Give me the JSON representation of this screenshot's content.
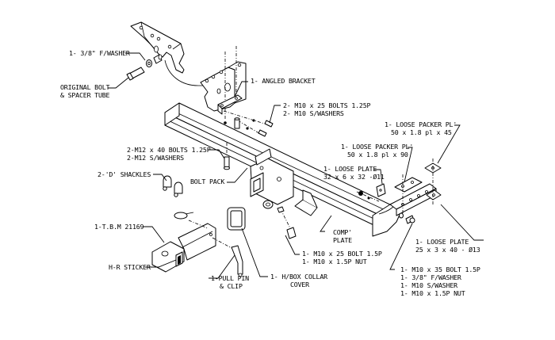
{
  "diagram": {
    "title": "Tow bar exploded assembly",
    "labels": {
      "flat_washer_top": "1- 3/8\" F/WASHER",
      "original_bolt_1": "ORIGINAL BOLT",
      "original_bolt_2": "& SPACER TUBE",
      "angled_bracket": "1- ANGLED BRACKET",
      "m10_bolts_1": "2- M10 x 25 BOLTS 1.25P",
      "m10_bolts_2": "2- M10 S/WASHERS",
      "m12_bolts_1": "2-M12 x 40 BOLTS 1.25P",
      "m12_bolts_2": "2-M12 S/WASHERS",
      "shackles": "2-'D' SHACKLES",
      "bolt_pack": "BOLT PACK",
      "tbm": "1-T.B.M 21169",
      "hr_sticker": "H-R STICKER",
      "pull_pin_1": "1-PULL PIN",
      "pull_pin_2": "& CLIP",
      "hbox_cover_1": "1- H/BOX COLLAR",
      "hbox_cover_2": "COVER",
      "m10_single_1": "1- M10 x 25 BOLT 1.5P",
      "m10_single_2": "1- M10 x 1.5P NUT",
      "comp_plate_1": "COMP'",
      "comp_plate_2": "PLATE",
      "packer_45_1": "1- LOOSE PACKER PL'",
      "packer_45_2": "50 x 1.8 pl x 45",
      "packer_90_1": "1- LOOSE PACKER PL'",
      "packer_90_2": "50 x 1.8 pl x 90",
      "loose_plate_32_1": "1- LOOSE PLATE",
      "loose_plate_32_2": "32 x 6 x 32  -Ø11",
      "loose_plate_25_1": "1- LOOSE PLATE",
      "loose_plate_25_2": "25 x 3 x 40 - Ø13",
      "m10_35_1": "1- M10 x 35 BOLT 1.5P",
      "m10_35_2": "1- 3/8\" F/WASHER",
      "m10_35_3": "1- M10 S/WASHER",
      "m10_35_4": "1- M10 x 1.5P NUT"
    }
  }
}
